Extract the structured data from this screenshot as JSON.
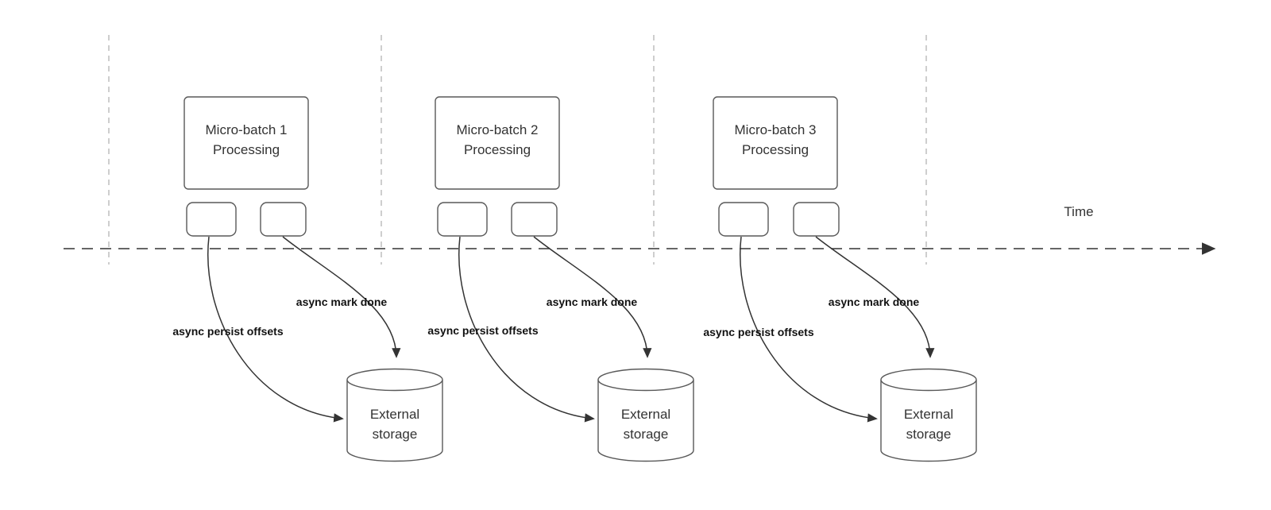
{
  "diagram": {
    "time_label": "Time",
    "colors": {
      "ink": "#333333",
      "shape_stroke": "#595959",
      "grid": "#b3b3b3",
      "background": "#ffffff"
    },
    "batches": [
      {
        "title_line1": "Micro-batch 1",
        "title_line2": "Processing",
        "persist_label": "async persist offsets",
        "done_label": "async mark done",
        "storage_line1": "External",
        "storage_line2": "storage"
      },
      {
        "title_line1": "Micro-batch 2",
        "title_line2": "Processing",
        "persist_label": "async persist offsets",
        "done_label": "async mark done",
        "storage_line1": "External",
        "storage_line2": "storage"
      },
      {
        "title_line1": "Micro-batch 3",
        "title_line2": "Processing",
        "persist_label": "async persist offsets",
        "done_label": "async mark done",
        "storage_line1": "External",
        "storage_line2": "storage"
      }
    ]
  }
}
